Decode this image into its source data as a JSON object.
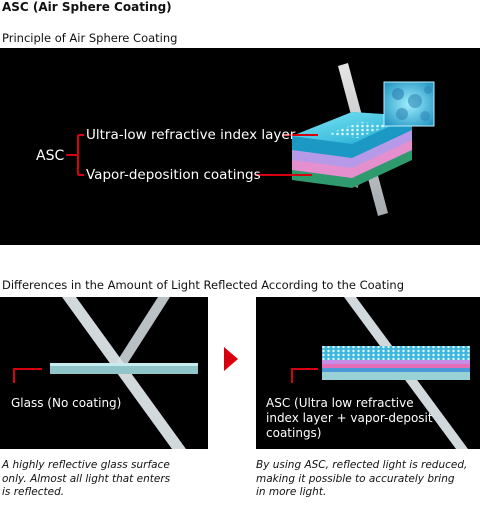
{
  "page_title": "ASC (Air Sphere Coating)",
  "principle": {
    "heading": "Principle of Air Sphere Coating",
    "asc_label": "ASC",
    "layer1_label": "Ultra-low refractive index layer",
    "layer2_label": "Vapor-deposition coatings"
  },
  "comparison": {
    "heading": "Differences in the Amount of Light Reflected According to the Coating",
    "left_label": "Glass (No coating)",
    "right_label_lines": [
      "ASC (Ultra low refractive",
      "index layer + vapor-deposit",
      "coatings)"
    ],
    "left_caption_lines": [
      "A highly reflective glass surface",
      "only. Almost all light that enters",
      "is reflected."
    ],
    "right_caption_lines": [
      "By using ASC, reflected light is reduced,",
      "making it possible to accurately bring",
      "in more light."
    ],
    "arrow_icon": "red-play-triangle",
    "accent_color": "#d7000f"
  }
}
